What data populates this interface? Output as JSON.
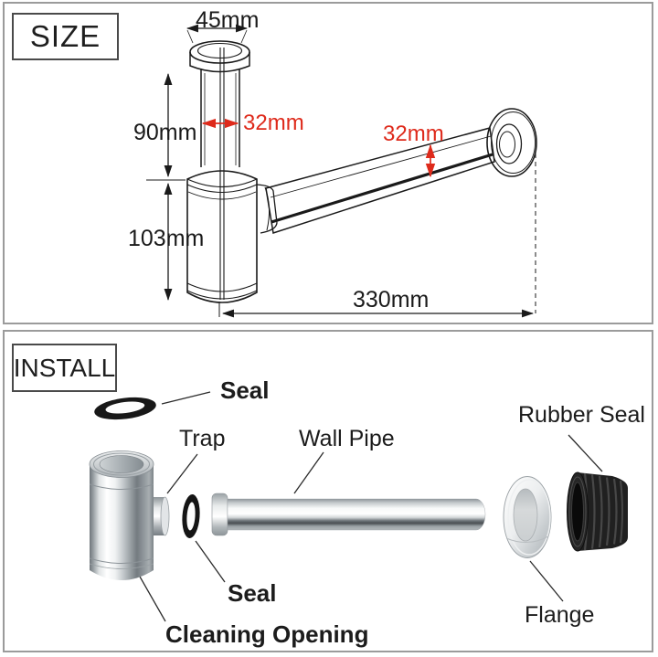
{
  "size_panel": {
    "title": "SIZE",
    "dimensions": {
      "top_width": "45mm",
      "inlet_height": "90mm",
      "inlet_diameter": "32mm",
      "body_height": "103mm",
      "outlet_diameter": "32mm",
      "outlet_length": "330mm"
    }
  },
  "install_panel": {
    "title": "INSTALL",
    "parts": {
      "seal_top": "Seal",
      "trap": "Trap",
      "wall_pipe": "Wall Pipe",
      "rubber_seal": "Rubber Seal",
      "seal_mid": "Seal",
      "cleaning_opening": "Cleaning Opening",
      "flange": "Flange"
    }
  },
  "colors": {
    "dimension_red": "#de2a1b",
    "line_black": "#1a1a1a",
    "panel_border": "#9b9b9b"
  }
}
